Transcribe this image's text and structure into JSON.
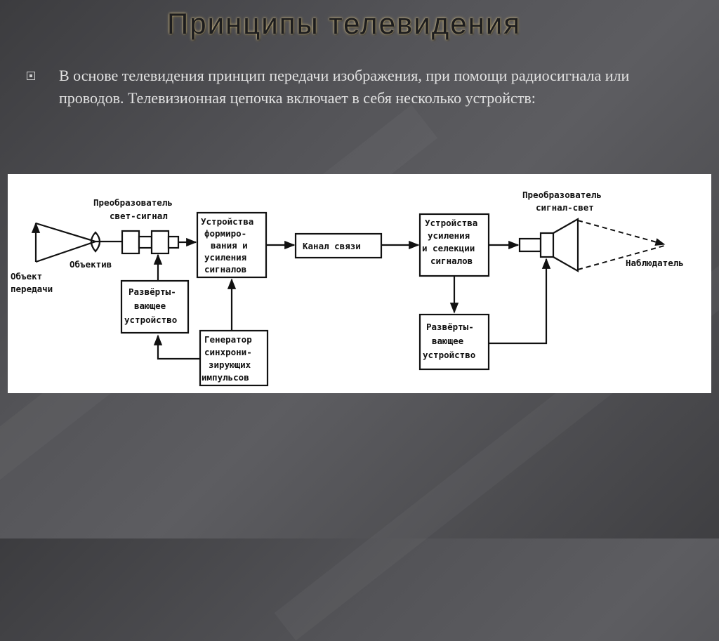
{
  "slide": {
    "title": "Принципы телевидения",
    "bullet": "В основе телевидения принцип передачи изображения, при помощи радиосигнала или проводов. Телевизионная цепочка включает в себя несколько устройств:"
  },
  "diagram": {
    "object_label": [
      "Объект",
      "передачи"
    ],
    "lens_label": "Объектив",
    "converter_in_label": [
      "Преобразователь",
      "свет-сигнал"
    ],
    "forming_block": [
      "Устройства",
      "формиро-",
      "вания и",
      "усиления",
      "сигналов"
    ],
    "channel_block": "Канал связи",
    "receiver_block": [
      "Устройства",
      "усиления",
      "и селекции",
      "сигналов"
    ],
    "converter_out_label": [
      "Преобразователь",
      "сигнал-свет"
    ],
    "observer_label": "Наблюдатель",
    "scan_block_left": [
      "Развёрты-",
      "вающее",
      "устройство"
    ],
    "scan_block_right": [
      "Развёрты-",
      "вающее",
      "устройство"
    ],
    "sync_block": [
      "Генератор",
      "синхрони-",
      "зирующих",
      "импульсов"
    ]
  }
}
